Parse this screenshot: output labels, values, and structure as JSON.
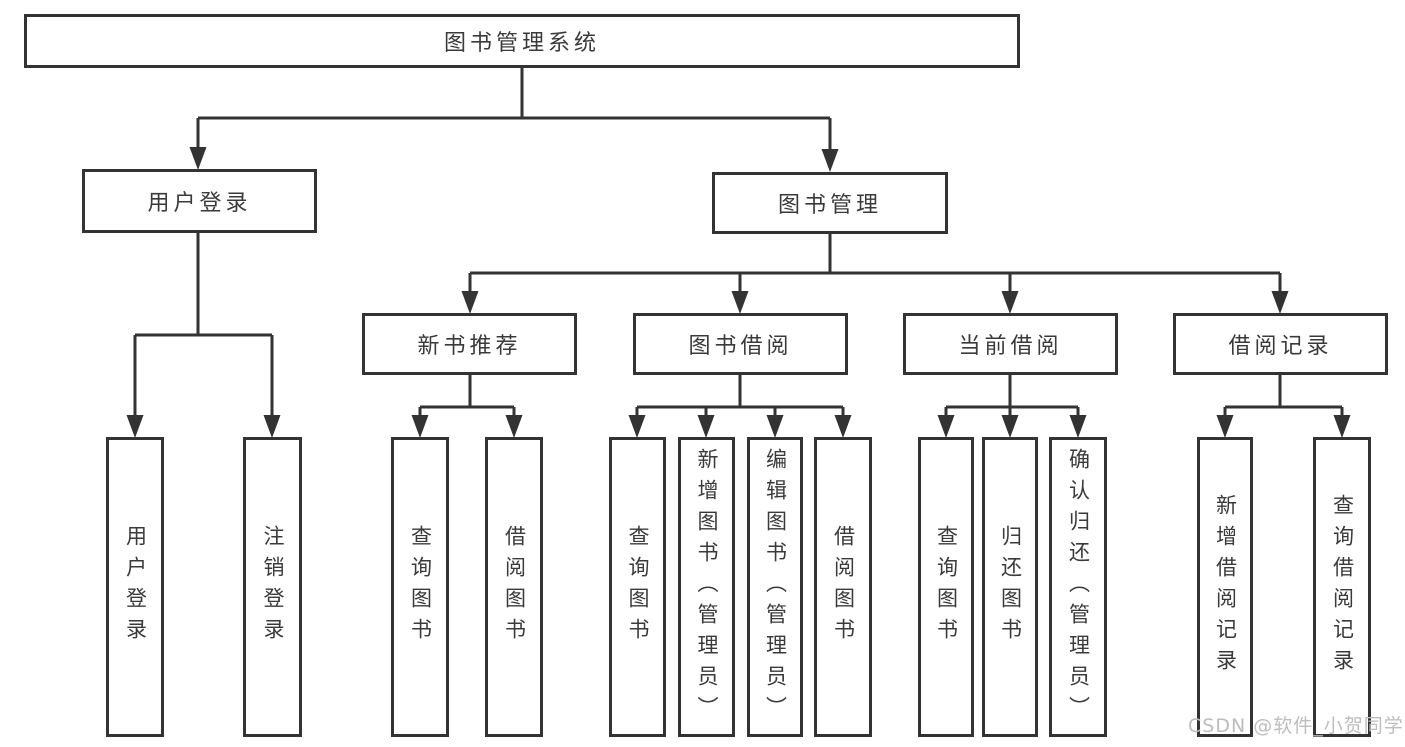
{
  "colors": {
    "line": "#333333",
    "text": "#3a3a3a",
    "watermark": "#bdbdbd",
    "background": "#ffffff"
  },
  "watermark": "CSDN @软件_小贺同学",
  "tree": {
    "label": "图书管理系统",
    "children": [
      {
        "label": "用户登录",
        "children": [
          {
            "label": "用户登录"
          },
          {
            "label": "注销登录"
          }
        ]
      },
      {
        "label": "图书管理",
        "children": [
          {
            "label": "新书推荐",
            "children": [
              {
                "label": "查询图书"
              },
              {
                "label": "借阅图书"
              }
            ]
          },
          {
            "label": "图书借阅",
            "children": [
              {
                "label": "查询图书"
              },
              {
                "label": "新增图书（管理员）"
              },
              {
                "label": "编辑图书（管理员）"
              },
              {
                "label": "借阅图书"
              }
            ]
          },
          {
            "label": "当前借阅",
            "children": [
              {
                "label": "查询图书"
              },
              {
                "label": "归还图书"
              },
              {
                "label": "确认归还（管理员）"
              }
            ]
          },
          {
            "label": "借阅记录",
            "children": [
              {
                "label": "新增借阅记录"
              },
              {
                "label": "查询借阅记录"
              }
            ]
          }
        ]
      }
    ]
  }
}
